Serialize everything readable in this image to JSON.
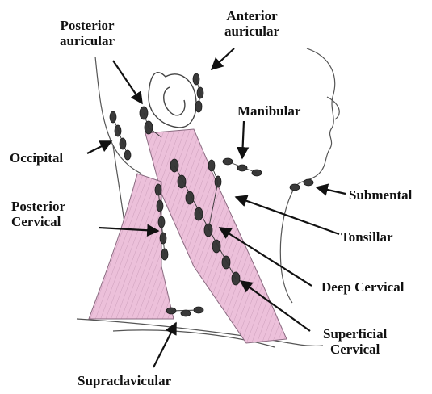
{
  "labels": {
    "posterior_auricular": [
      "Posterior",
      "auricular"
    ],
    "anterior_auricular": [
      "Anterior",
      "auricular"
    ],
    "manibular": "Manibular",
    "occipital": "Occipital",
    "submental": "Submental",
    "posterior_cervical": [
      "Posterior",
      "Cervical"
    ],
    "tonsillar": "Tonsillar",
    "deep_cervical": "Deep Cervical",
    "superficial_cervical": [
      "Superficial",
      "Cervical"
    ],
    "supraclavicular": "Supraclavicular"
  },
  "colors": {
    "muscle": "#e9b9d6",
    "node": "#3a3a3a",
    "outline": "#4a4a4a",
    "text": "#111111"
  }
}
